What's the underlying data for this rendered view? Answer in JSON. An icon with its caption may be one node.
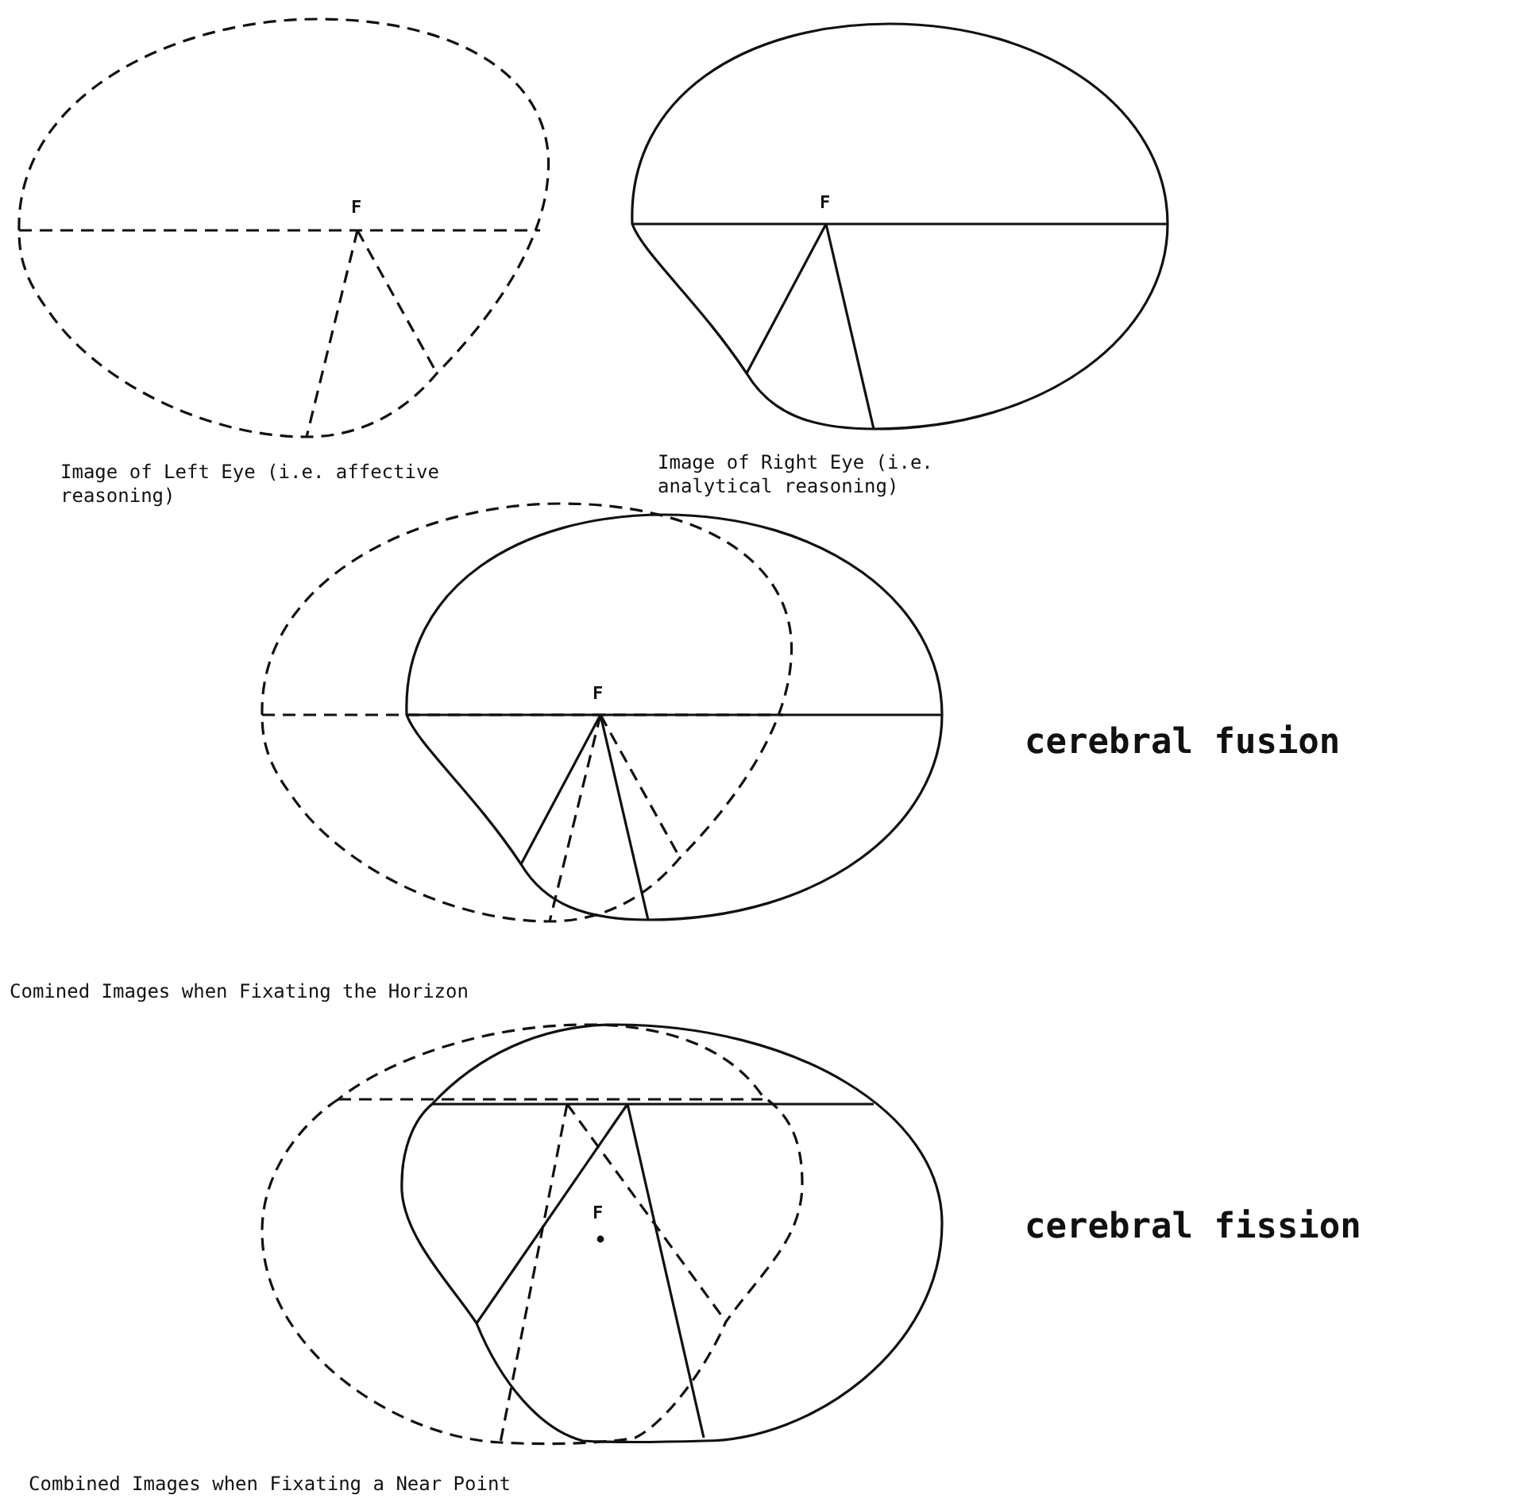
{
  "diagram": {
    "labels": [
      "F",
      "F",
      "Image of Left Eye (i.e. affective reasoning)",
      "Image of Right Eye (i.e. analytical reasoning)",
      "F",
      "cerebral fusion",
      "Comined Images when Fixating the Horizon",
      "F",
      "cerebral fission",
      "Combined Images when Fixating a Near Point"
    ]
  }
}
